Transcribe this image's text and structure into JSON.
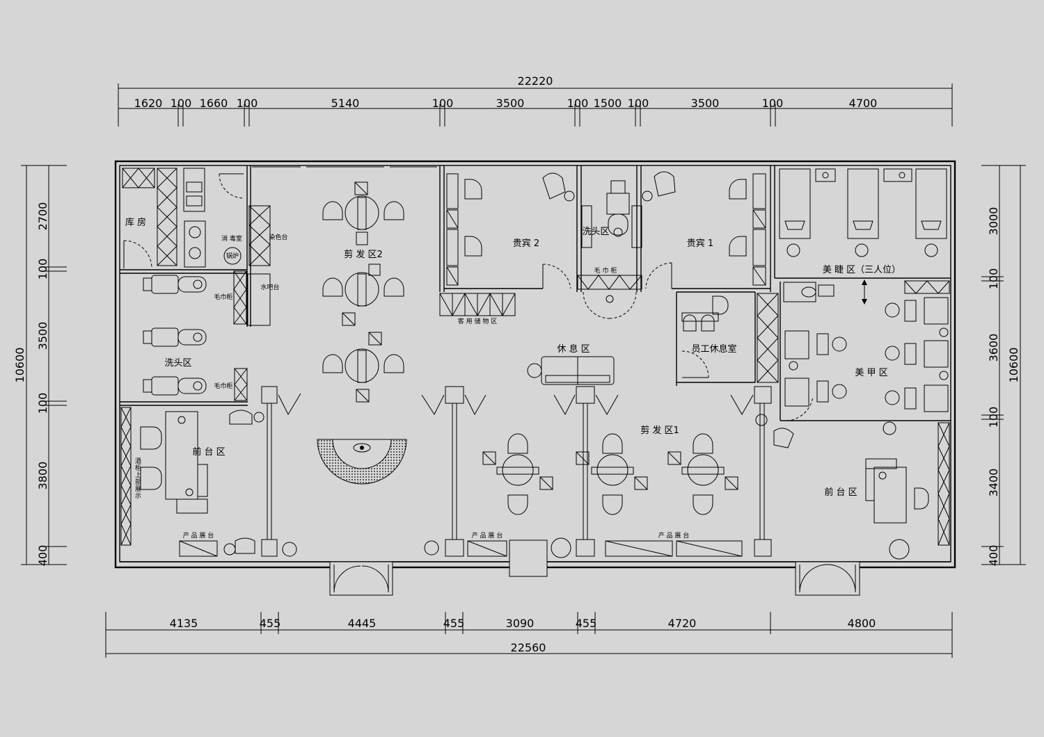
{
  "title": "",
  "dimensions": {
    "top_total": "22220",
    "top_segments": [
      "1620",
      "100",
      "1660",
      "100",
      "5140",
      "100",
      "3500",
      "100",
      "1500",
      "100",
      "3500",
      "100",
      "4700"
    ],
    "bottom_total": "22560",
    "bottom_segments": [
      "4135",
      "455",
      "4445",
      "455",
      "3090",
      "455",
      "4720",
      "4800"
    ],
    "left_total": "10600",
    "left_segments": [
      "2700",
      "100",
      "3500",
      "100",
      "3800",
      "400"
    ],
    "right_total": "10600",
    "right_segments": [
      "3000",
      "100",
      "3600",
      "100",
      "3400",
      "400"
    ]
  },
  "rooms": {
    "storage": "库  房",
    "disinfection": "消 毒室",
    "dye_station": "染色台",
    "boiler": "锅炉",
    "towel_cabinet_a": "毛巾柜",
    "water_bar": "水吧台",
    "towel_cabinet_b": "毛巾柜",
    "wash_area_left": "洗头区",
    "cut_area_2": "剪    发    区2",
    "guest_storage": "客 用 储 物 区",
    "vip_2": "贵宾 2",
    "wash_area_center": "洗头区",
    "towel_cabinet_center": "毛  巾  柜",
    "vip_1": "贵宾 1",
    "lash_area": "美 睫 区（三人位）",
    "rest_area": "休    息    区",
    "staff_room": "员工休息室",
    "nail_area": "美    甲    区",
    "cut_area_1": "剪    发    区1",
    "front_desk_left": "前    台    区",
    "front_desk_right": "前    台    区",
    "product_display_1": "产   品   展   台",
    "product_display_2": "产   品   展   台",
    "product_display_3": "产   品   展   台",
    "wine_cabinet": [
      "酒",
      "柜",
      "上",
      "部",
      "展",
      "示"
    ]
  },
  "colors": {
    "background": "#d6d6d6",
    "line": "#000000"
  }
}
